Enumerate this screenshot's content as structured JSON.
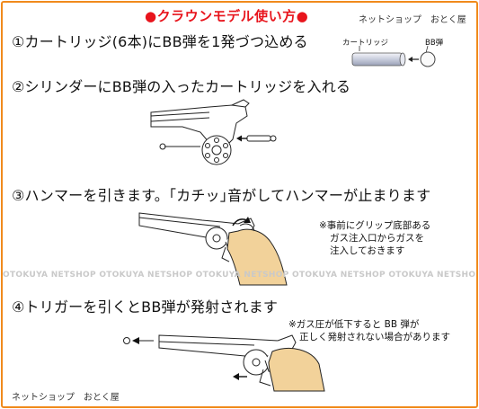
{
  "title": "●クラウンモデル使い方●",
  "shop_name_top": "ネットショップ　おとく屋",
  "shop_name_bottom": "ネットショップ　おとく屋",
  "watermark": "OTOKUYA NETSHOP OTOKUYA NETSHOP OTOKUYA NETSHOP OTOKUYA NETSHOP OTOKUYA NETSHOP OTOKUYA NETSHOP OTOKUYA NETSHOP OTOKUYA NETSHOP",
  "steps": [
    {
      "text": "①カートリッジ(6本)にBB弾を1発づつ込める"
    },
    {
      "text": "②シリンダーにBB弾の入ったカートリッジを入れる"
    },
    {
      "text": "③ハンマーを引きます。｢カチッ｣音がしてハンマーが止まります"
    },
    {
      "text": "④トリガーを引くとBB弾が発射されます"
    }
  ],
  "labels": {
    "cartridge": "カートリッジ",
    "bb": "BB弾"
  },
  "notes": {
    "step3": [
      "※事前にグリップ底部ある",
      "ガス注入口からガスを",
      "注入しておきます"
    ],
    "step4": [
      "※ガス圧が低下すると BB 弾が",
      "正しく発射されない場合があります"
    ]
  },
  "colors": {
    "border": "#f08a1c",
    "title": "#e8141c",
    "hand": "#f2d29a",
    "cartridge": "#d8dce8"
  }
}
